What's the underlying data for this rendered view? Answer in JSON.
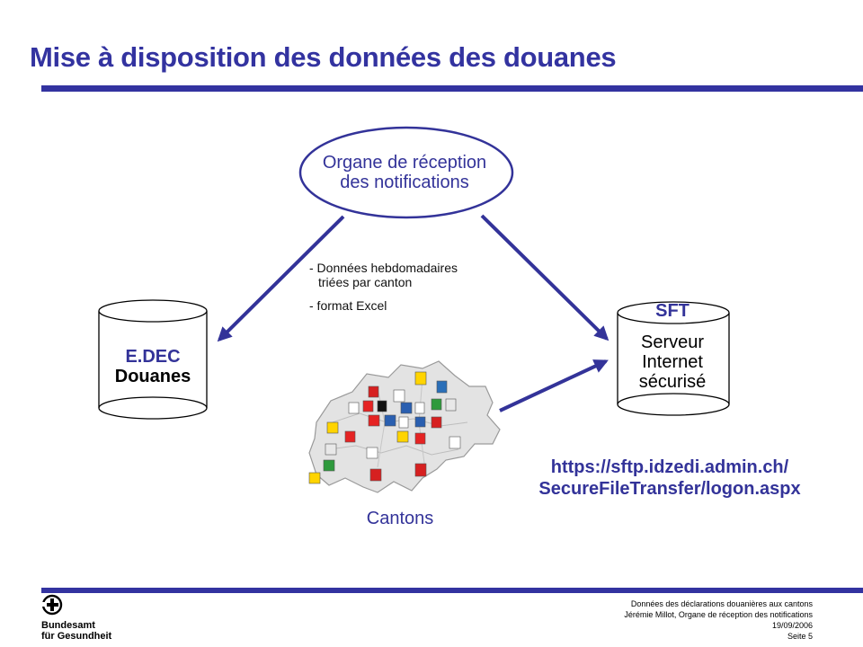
{
  "slide": {
    "title": "Mise à disposition des données des douanes"
  },
  "colors": {
    "accent": "#3333a0",
    "text_blue": "#333399",
    "cylinder_stroke": "#000000"
  },
  "diagram": {
    "reception": {
      "line1": "Organe de réception",
      "line2": "des notifications"
    },
    "notes": {
      "line1": "- Données hebdomadaires",
      "line2": "triées par canton",
      "line3": "- format Excel"
    },
    "edec": {
      "line1": "E.DEC",
      "line2": "Douanes"
    },
    "sft": {
      "title": "SFT",
      "line1": "Serveur",
      "line2": "Internet",
      "line3": "sécurisé"
    },
    "url": {
      "line1": "https://sftp.idzedi.admin.ch/",
      "line2": "SecureFileTransfer/logon.aspx"
    },
    "cantons": {
      "label": "Cantons",
      "icon": "switzerland-map-with-canton-flags"
    }
  },
  "footer": {
    "line1": "Données des déclarations douanières aux cantons",
    "line2": "Jérémie Millot, Organe de réception des notifications",
    "date": "19/09/2006",
    "page": "Seite 5"
  },
  "logo": {
    "line1": "Bundesamt",
    "line2": "für Gesundheit",
    "icon": "bag-logo-icon"
  }
}
